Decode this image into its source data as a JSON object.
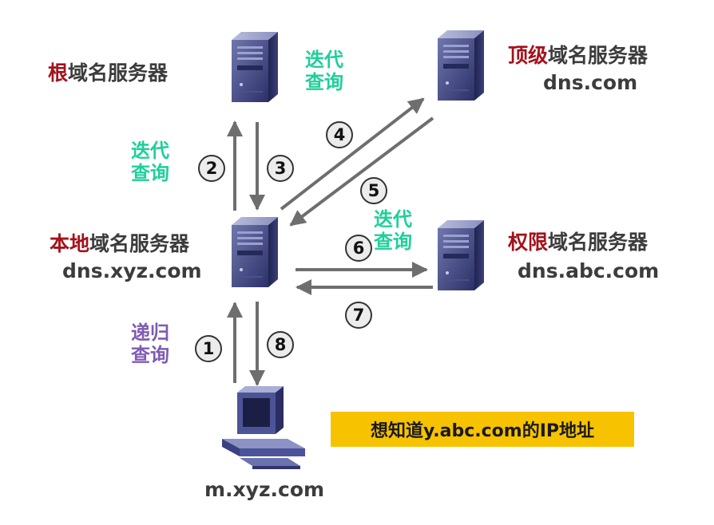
{
  "root_server": {
    "highlight": "根",
    "rest": "域名服务器"
  },
  "tld_server": {
    "highlight": "顶级",
    "rest": "域名服务器",
    "host": "dns.com"
  },
  "local_server": {
    "highlight": "本地",
    "rest": "域名服务器",
    "host": "dns.xyz.com"
  },
  "auth_server": {
    "highlight": "权限",
    "rest": "域名服务器",
    "host": "dns.abc.com"
  },
  "client": {
    "host": "m.xyz.com"
  },
  "queries": {
    "iter_root": [
      "迭代",
      "查询"
    ],
    "iter_tld": [
      "迭代",
      "查询"
    ],
    "iter_auth": [
      "迭代",
      "查询"
    ],
    "recursive": [
      "递归",
      "查询"
    ]
  },
  "steps": [
    "1",
    "2",
    "3",
    "4",
    "5",
    "6",
    "7",
    "8"
  ],
  "note": "想知道y.abc.com的IP地址",
  "colors": {
    "highlight": "#a3121c",
    "iterative": "#1fcf9a",
    "recursive": "#7f5bb3",
    "note_bg": "#f7c300",
    "arrow": "#6e6e6e"
  }
}
